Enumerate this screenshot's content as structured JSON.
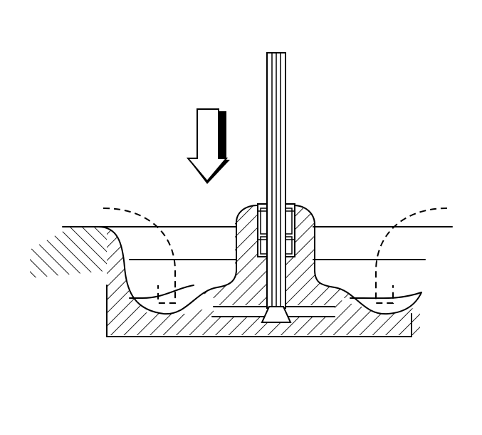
{
  "diagram": {
    "colors": {
      "line": "#000000",
      "background": "#ffffff"
    },
    "icons": [
      "down-arrow-icon"
    ],
    "parts": [
      "cylinder-head-section",
      "valve-guide-boss",
      "valve-stem",
      "valve-seal",
      "valve-head",
      "ports"
    ]
  }
}
